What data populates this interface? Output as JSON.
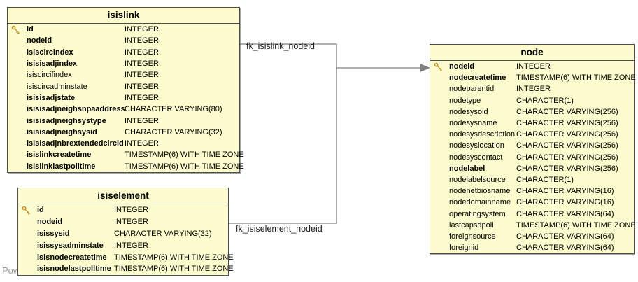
{
  "diagram": {
    "watermark": "Pow",
    "colors": {
      "table_fill": "#FCFCCE",
      "table_border": "#4d4d4d",
      "relationship_line": "#808080",
      "key_icon_gold": "#BE8F2E"
    },
    "tables": {
      "isislink": {
        "title": "isislink",
        "columns": [
          {
            "name": "id",
            "type": "INTEGER",
            "bold": true,
            "key": true
          },
          {
            "name": "nodeid",
            "type": "INTEGER",
            "bold": true,
            "key": false
          },
          {
            "name": "isiscircindex",
            "type": "INTEGER",
            "bold": true,
            "key": false
          },
          {
            "name": "isisisadjindex",
            "type": "INTEGER",
            "bold": true,
            "key": false
          },
          {
            "name": "isiscircifindex",
            "type": "INTEGER",
            "bold": false,
            "key": false
          },
          {
            "name": "isiscircadminstate",
            "type": "INTEGER",
            "bold": false,
            "key": false
          },
          {
            "name": "isisisadjstate",
            "type": "INTEGER",
            "bold": true,
            "key": false
          },
          {
            "name": "isisisadjneighsnpaaddress",
            "type": "CHARACTER VARYING(80)",
            "bold": true,
            "key": false
          },
          {
            "name": "isisisadjneighsystype",
            "type": "INTEGER",
            "bold": true,
            "key": false
          },
          {
            "name": "isisisadjneighsysid",
            "type": "CHARACTER VARYING(32)",
            "bold": true,
            "key": false
          },
          {
            "name": "isisisadjnbrextendedcircid",
            "type": "INTEGER",
            "bold": true,
            "key": false
          },
          {
            "name": "isislinkcreatetime",
            "type": "TIMESTAMP(6) WITH TIME ZONE",
            "bold": true,
            "key": false
          },
          {
            "name": "isislinklastpolltime",
            "type": "TIMESTAMP(6) WITH TIME ZONE",
            "bold": true,
            "key": false
          }
        ]
      },
      "isiselement": {
        "title": "isiselement",
        "columns": [
          {
            "name": "id",
            "type": "INTEGER",
            "bold": true,
            "key": true
          },
          {
            "name": "nodeid",
            "type": "INTEGER",
            "bold": true,
            "key": false
          },
          {
            "name": "isissysid",
            "type": "CHARACTER VARYING(32)",
            "bold": true,
            "key": false
          },
          {
            "name": "isissysadminstate",
            "type": "INTEGER",
            "bold": true,
            "key": false
          },
          {
            "name": "isisnodecreatetime",
            "type": "TIMESTAMP(6) WITH TIME ZONE",
            "bold": true,
            "key": false
          },
          {
            "name": "isisnodelastpolltime",
            "type": "TIMESTAMP(6) WITH TIME ZONE",
            "bold": true,
            "key": false
          }
        ]
      },
      "node": {
        "title": "node",
        "columns": [
          {
            "name": "nodeid",
            "type": "INTEGER",
            "bold": true,
            "key": true
          },
          {
            "name": "nodecreatetime",
            "type": "TIMESTAMP(6) WITH TIME ZONE",
            "bold": true,
            "key": false
          },
          {
            "name": "nodeparentid",
            "type": "INTEGER",
            "bold": false,
            "key": false
          },
          {
            "name": "nodetype",
            "type": "CHARACTER(1)",
            "bold": false,
            "key": false
          },
          {
            "name": "nodesysoid",
            "type": "CHARACTER VARYING(256)",
            "bold": false,
            "key": false
          },
          {
            "name": "nodesysname",
            "type": "CHARACTER VARYING(256)",
            "bold": false,
            "key": false
          },
          {
            "name": "nodesysdescription",
            "type": "CHARACTER VARYING(256)",
            "bold": false,
            "key": false
          },
          {
            "name": "nodesyslocation",
            "type": "CHARACTER VARYING(256)",
            "bold": false,
            "key": false
          },
          {
            "name": "nodesyscontact",
            "type": "CHARACTER VARYING(256)",
            "bold": false,
            "key": false
          },
          {
            "name": "nodelabel",
            "type": "CHARACTER VARYING(256)",
            "bold": true,
            "key": false
          },
          {
            "name": "nodelabelsource",
            "type": "CHARACTER(1)",
            "bold": false,
            "key": false
          },
          {
            "name": "nodenetbiosname",
            "type": "CHARACTER VARYING(16)",
            "bold": false,
            "key": false
          },
          {
            "name": "nodedomainname",
            "type": "CHARACTER VARYING(16)",
            "bold": false,
            "key": false
          },
          {
            "name": "operatingsystem",
            "type": "CHARACTER VARYING(64)",
            "bold": false,
            "key": false
          },
          {
            "name": "lastcapsdpoll",
            "type": "TIMESTAMP(6) WITH TIME ZONE",
            "bold": false,
            "key": false
          },
          {
            "name": "foreignsource",
            "type": "CHARACTER VARYING(64)",
            "bold": false,
            "key": false
          },
          {
            "name": "foreignid",
            "type": "CHARACTER VARYING(64)",
            "bold": false,
            "key": false
          }
        ]
      }
    },
    "relationships": [
      {
        "label": "fk_isislink_nodeid"
      },
      {
        "label": "fk_isiselement_nodeid"
      }
    ]
  }
}
